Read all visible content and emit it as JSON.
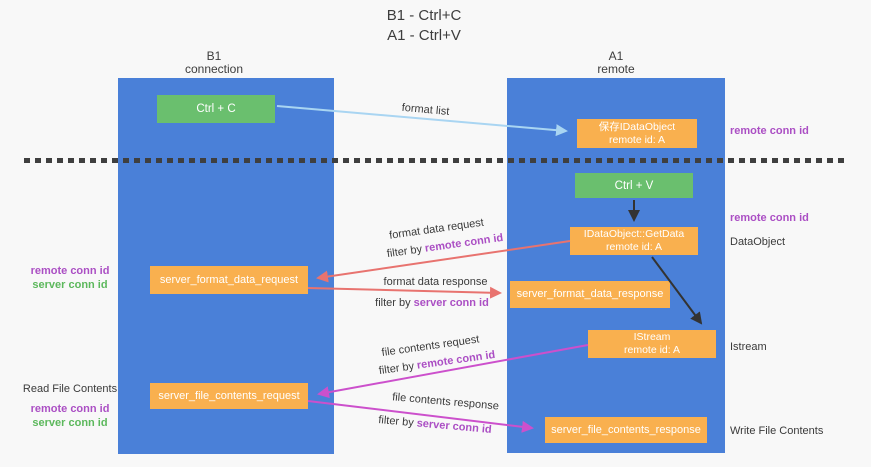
{
  "title": {
    "line1": "B1 - Ctrl+C",
    "line2": "A1 - Ctrl+V"
  },
  "lanes": {
    "b1": {
      "name": "B1",
      "role": "connection"
    },
    "a1": {
      "name": "A1",
      "role": "remote"
    }
  },
  "nodes": {
    "ctrl_c": {
      "label": "Ctrl + C"
    },
    "ctrl_v": {
      "label": "Ctrl + V"
    },
    "save_dataobject": {
      "line1": "保存IDataObject",
      "line2": "remote id: A"
    },
    "getdata": {
      "line1": "IDataObject::GetData",
      "line2": "remote id: A"
    },
    "istream": {
      "line1": "IStream",
      "line2": "remote id: A"
    },
    "server_format_data_request": {
      "label": "server_format_data_request"
    },
    "server_format_data_response": {
      "label": "server_format_data_response"
    },
    "server_file_contents_request": {
      "label": "server_file_contents_request"
    },
    "server_file_contents_response": {
      "label": "server_file_contents_response"
    }
  },
  "flow_labels": {
    "format_list": "format list",
    "format_data_request": "format data request",
    "format_data_response": "format data response",
    "file_contents_request": "file contents request",
    "file_contents_response": "file contents response",
    "filter_by": "filter by",
    "remote_conn_id": "remote conn id",
    "server_conn_id": "server conn id"
  },
  "side_labels": {
    "right_remote_conn_id_1": "remote conn id",
    "right_remote_conn_id_2": "remote conn id",
    "dataobject": "DataObject",
    "istream": "Istream",
    "write_file_contents": "Write File Contents",
    "left_remote_conn_id_1": "remote conn id",
    "left_server_conn_id_1": "server conn id",
    "read_file_contents": "Read File Contents",
    "left_remote_conn_id_2": "remote conn id",
    "left_server_conn_id_2": "server conn id"
  },
  "colors": {
    "lane_blue": "#4a80d8",
    "node_green": "#6abf6e",
    "node_orange": "#f9b04f",
    "accent_purple": "#ab4fc4",
    "accent_green": "#5cb85c",
    "arrow_blue": "#a9d5f2",
    "arrow_red": "#e8736f",
    "arrow_magenta": "#cc50cc",
    "arrow_black": "#333333"
  }
}
